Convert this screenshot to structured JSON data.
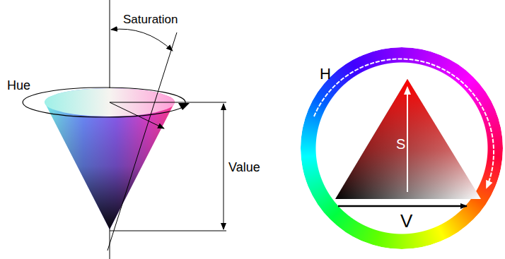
{
  "diagram": {
    "labels": [
      "Saturation",
      "Hue",
      "Value",
      "H",
      "S",
      "V"
    ]
  }
}
